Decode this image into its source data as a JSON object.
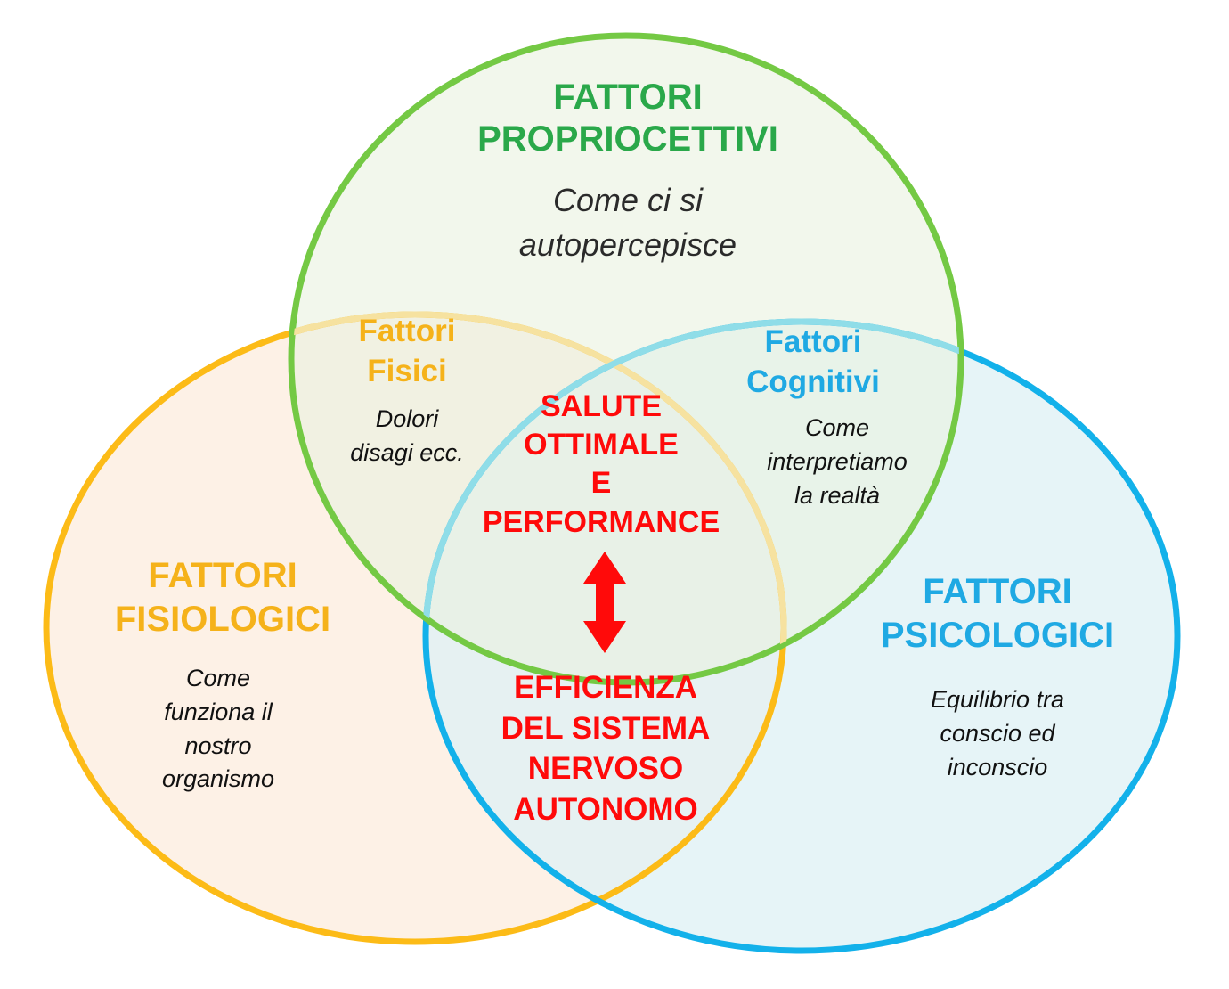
{
  "colors": {
    "green": "#74c944",
    "green_text": "#2aa84a",
    "orange": "#fcbb17",
    "orange_text": "#f5b21a",
    "blue": "#13b1ea",
    "blue_text": "#1fa9e3",
    "cyan_ring": "#8fdde8",
    "red": "#ff0a0a",
    "fill_green": "#eaf2df",
    "fill_orange": "#fdeee2",
    "fill_blue": "#dff1f5"
  },
  "proprioceptive": {
    "title": [
      "FATTORI",
      "PROPRIOCETTIVI"
    ],
    "desc": [
      "Come ci si",
      "autopercepisce"
    ]
  },
  "physiological": {
    "title": [
      "FATTORI",
      "FISIOLOGICI"
    ],
    "desc": [
      "Come",
      "funziona il",
      "nostro",
      "organismo"
    ]
  },
  "psychological": {
    "title": [
      "FATTORI",
      "PSICOLOGICI"
    ],
    "desc": [
      "Equilibrio tra",
      "conscio ed",
      "inconscio"
    ]
  },
  "physical": {
    "title": [
      "Fattori",
      "Fisici"
    ],
    "desc": [
      "Dolori",
      "disagi ecc."
    ]
  },
  "cognitive": {
    "title": [
      "Fattori",
      "Cognitivi"
    ],
    "desc": [
      "Come",
      "interpretiamo",
      "la realtà"
    ]
  },
  "center_top": [
    "SALUTE",
    "OTTIMALE",
    "E",
    "PERFORMANCE"
  ],
  "center_bottom": [
    "EFFICIENZA",
    "DEL SISTEMA",
    "NERVOSO",
    "AUTONOMO"
  ],
  "icons": {
    "center_arrow": "double-headed-vertical-arrow-icon"
  }
}
